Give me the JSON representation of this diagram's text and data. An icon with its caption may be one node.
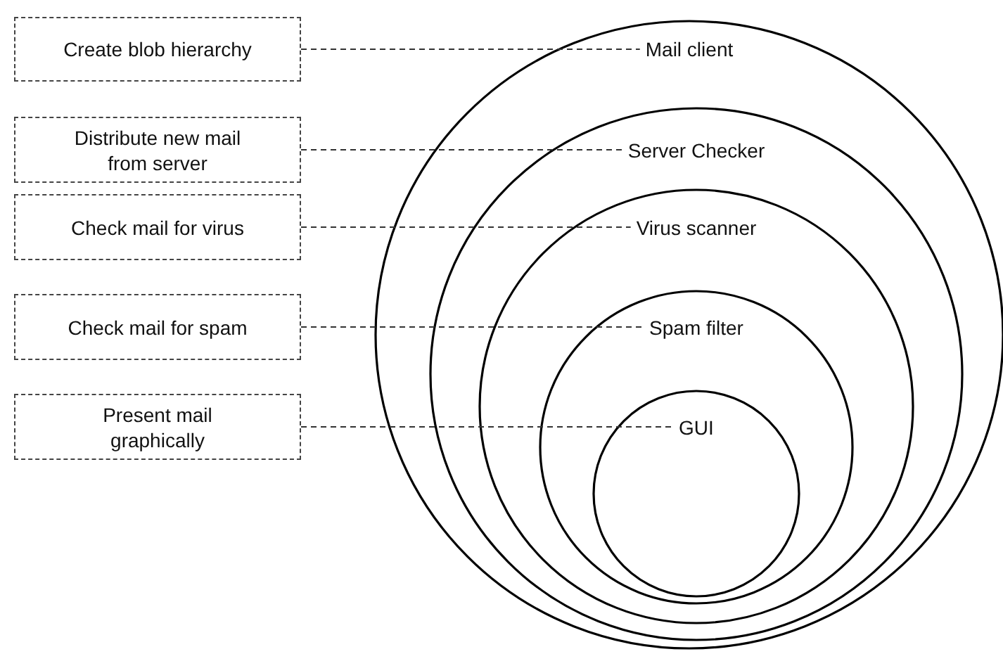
{
  "diagram": {
    "nodes": [
      {
        "text": [
          "Mail client"
        ]
      },
      {
        "text": [
          "Server Checker"
        ],
        "in": 0
      },
      {
        "text": [
          "Virus scanner"
        ],
        "in": 1
      },
      {
        "text": [
          "Spam filter"
        ],
        "in": 2
      },
      {
        "text": [
          "GUI"
        ],
        "in": 3
      },
      {
        "text": [
          "Create blob hierarchy"
        ]
      },
      {
        "text": [
          "Distribute new mail from server"
        ]
      },
      {
        "text": [
          "Check mail for virus"
        ]
      },
      {
        "text": [
          "Check mail for spam"
        ]
      },
      {
        "text": [
          "Present mail graphically"
        ]
      }
    ],
    "edges": [
      {
        "from": 5,
        "to": 0,
        "arrow": "none",
        "style": "dashed"
      },
      {
        "from": 6,
        "to": 1,
        "arrow": "none",
        "style": "dashed"
      },
      {
        "from": 7,
        "to": 2,
        "arrow": "none",
        "style": "dashed"
      },
      {
        "from": 8,
        "to": 3,
        "arrow": "none",
        "style": "dashed"
      },
      {
        "from": 9,
        "to": 4,
        "arrow": "none",
        "style": "dashed"
      }
    ]
  }
}
